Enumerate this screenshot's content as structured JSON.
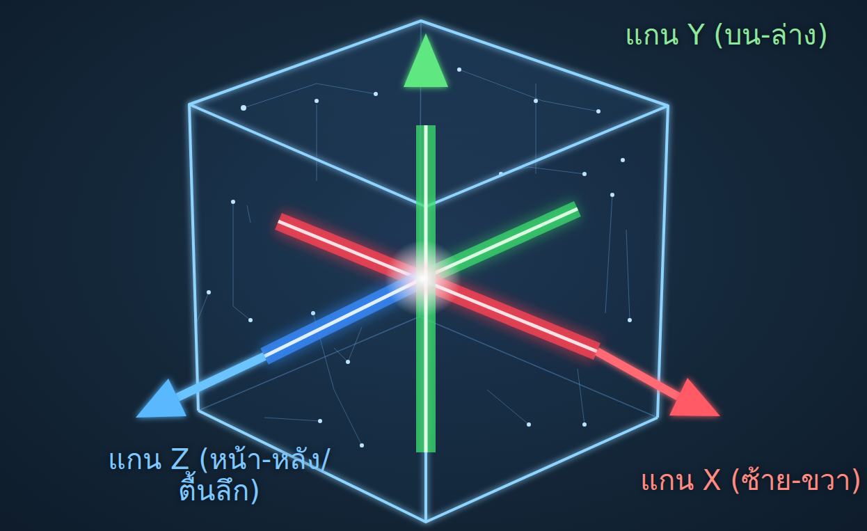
{
  "diagram": {
    "labels": [
      "แกน Y (บน-ล่าง)",
      "แกน Z (หน้า-หลัง/ตื้นลึก)",
      "แกน X (ซ้าย-ขวา)"
    ]
  }
}
